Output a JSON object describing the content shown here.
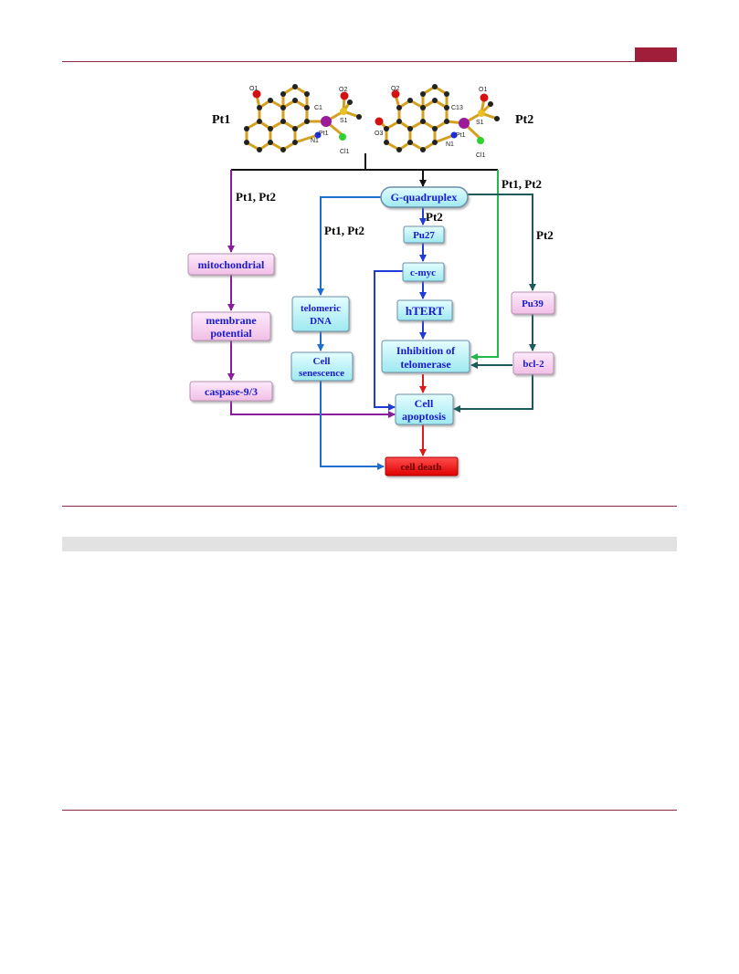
{
  "colors": {
    "header_rule": "#8b2942",
    "header_tab": "#a01e39",
    "gray_band": "#e2e2e2",
    "cyan_box": "#b8f4f8",
    "pink_box": "#f7cfee",
    "box_text": "#1a1ad0",
    "death_box": "#ff0a0a",
    "arrow_purple": "#8a1d9e",
    "arrow_blue": "#1f6fd0",
    "arrow_darkblue": "#1f3cd8",
    "arrow_teal": "#1d5a5a",
    "arrow_green": "#22b84a",
    "arrow_red": "#e01a1a",
    "arrow_black": "#111111"
  },
  "diagram": {
    "complex_left": "Pt1",
    "complex_right": "Pt2",
    "atoms_left": [
      "O1",
      "O2",
      "C1",
      "S1",
      "Pt1",
      "N1",
      "Cl1"
    ],
    "atoms_right": [
      "O2",
      "O1",
      "C13",
      "O3",
      "S1",
      "Pt1",
      "N1",
      "Cl1"
    ],
    "edge_labels": {
      "to_mitochondrial": "Pt1, Pt2",
      "to_telomeric": "Pt1, Pt2",
      "to_telomerase": "Pt1, Pt2",
      "to_pu27": "Pt2",
      "to_pu39": "Pt2"
    },
    "nodes": {
      "g_quadruplex": "G-quadruplex",
      "pu27": "Pu27",
      "c_myc": "c-myc",
      "htert": "hTERT",
      "inhibition_line1": "Inhibition of",
      "inhibition_line2": "telomerase",
      "apoptosis_line1": "Cell",
      "apoptosis_line2": "apoptosis",
      "cell_death": "cell death",
      "telomeric_line1": "telomeric",
      "telomeric_line2": "DNA",
      "senescence_line1": "Cell",
      "senescence_line2": "senescence",
      "mitochondrial": "mitochondrial",
      "membrane_line1": "membrane",
      "membrane_line2": "potential",
      "caspase": "caspase-9/3",
      "pu39": "Pu39",
      "bcl2": "bcl-2"
    }
  }
}
